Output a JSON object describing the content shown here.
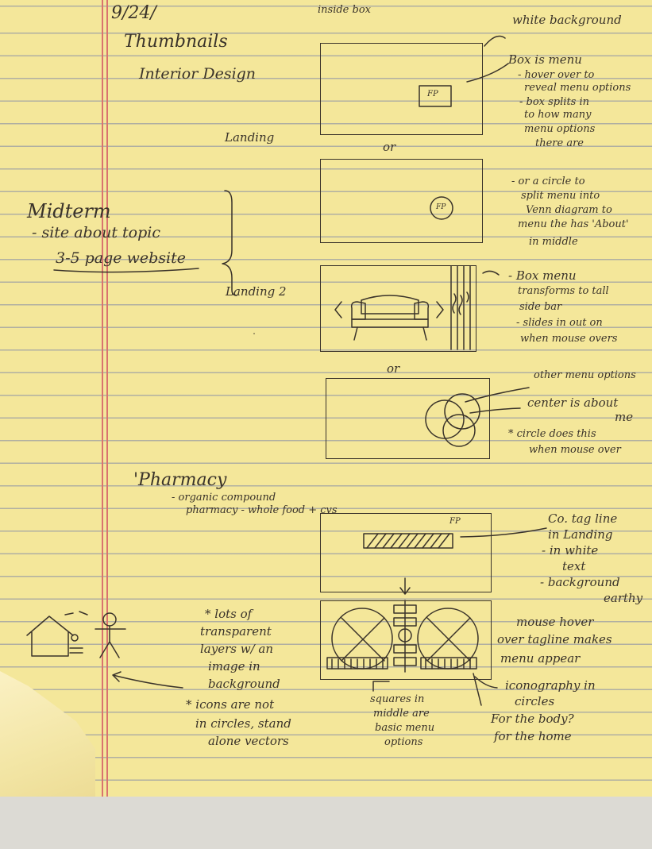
{
  "date": "9/24/",
  "top_note": "inside box",
  "heading_thumbnails": "Thumbnails",
  "heading_interior": "Interior Design",
  "label_landing": "Landing",
  "label_or_1": "or",
  "label_landing2": "Landing 2",
  "label_or_2": "or",
  "box_fp": "FP",
  "circle_fp": "FP",
  "midterm": {
    "title": "Midterm",
    "line1": "- site about topic",
    "line2": "3-5 page website"
  },
  "right_notes": [
    "white background",
    "Box is menu",
    "- hover over to",
    "reveal menu options",
    "- box splits in",
    "to how many",
    "menu options",
    "there are",
    "- or a circle to",
    "split menu into",
    "Venn diagram to",
    "menu the has 'About'",
    "in middle",
    "- Box menu",
    "transforms to tall",
    "side bar",
    "- slides in out on",
    "when mouse overs",
    "other menu options",
    "center is about",
    "me",
    "* circle does this",
    "when mouse over"
  ],
  "pharmacy": {
    "title": "'Pharmacy",
    "sub1": "- organic compound",
    "sub2": "pharmacy - whole food + cvs",
    "fp": "FP",
    "notes": [
      "Co. tag line",
      "in Landing",
      "- in white",
      "text",
      "- background",
      "earthy",
      "mouse hover",
      "over tagline makes",
      "menu appear",
      "iconography in",
      "circles",
      "For the body?",
      "for the home"
    ],
    "star_note": [
      "* lots of",
      "transparent",
      "layers w/ an",
      "image in",
      "background"
    ],
    "icons_note": [
      "* icons are not",
      "in circles, stand",
      "alone vectors"
    ],
    "squares_note": [
      "squares in",
      "middle are",
      "basic menu",
      "options"
    ]
  }
}
